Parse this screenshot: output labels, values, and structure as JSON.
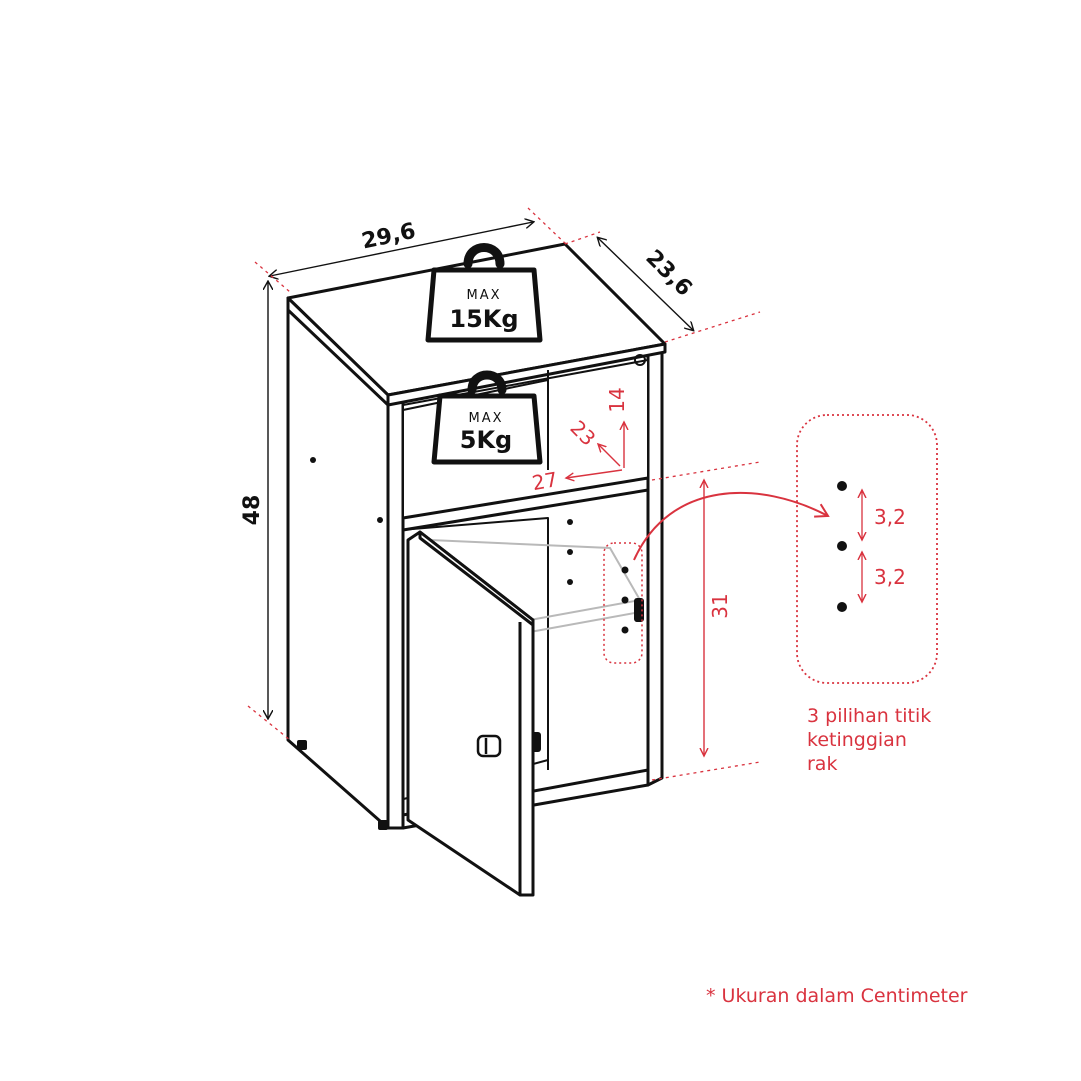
{
  "dimensions": {
    "width": "29,6",
    "depth": "23,6",
    "height": "48",
    "shelf_height": "14",
    "shelf_depth": "23",
    "shelf_width": "27",
    "door_section_height": "31",
    "hole_spacing_1": "3,2",
    "hole_spacing_2": "3,2"
  },
  "weights": {
    "top": {
      "max_label": "MAX",
      "value": "15Kg"
    },
    "shelf": {
      "max_label": "MAX",
      "value": "5Kg"
    }
  },
  "callout": {
    "lines": [
      "3 pilihan titik",
      "ketinggian",
      "rak"
    ]
  },
  "note": "* Ukuran dalam Centimeter",
  "colors": {
    "accent": "#d9333f",
    "line": "#111111"
  },
  "icons": [
    "weight-icon",
    "door-knob-icon",
    "hinge-icon",
    "curved-arrow-icon"
  ]
}
